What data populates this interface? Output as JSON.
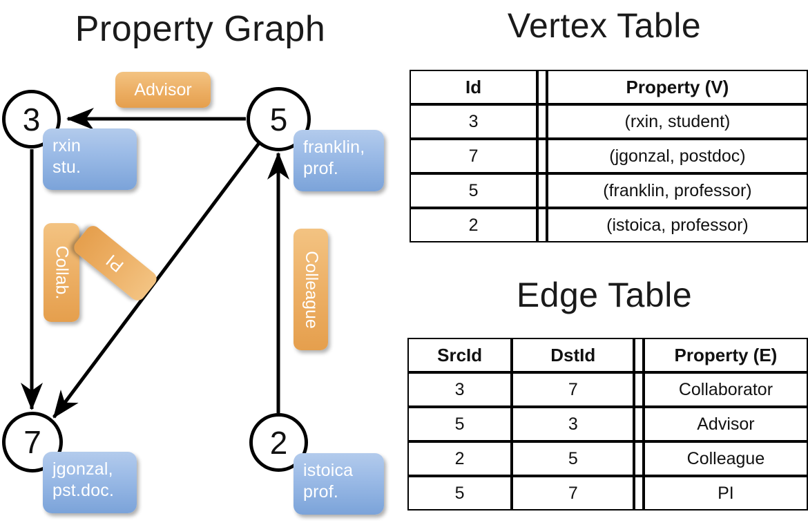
{
  "graph": {
    "title": "Property Graph",
    "nodes": [
      {
        "id": "3",
        "label_line1": "rxin",
        "label_line2": "stu."
      },
      {
        "id": "5",
        "label_line1": "franklin,",
        "label_line2": "prof."
      },
      {
        "id": "7",
        "label_line1": "jgonzal,",
        "label_line2": "pst.doc."
      },
      {
        "id": "2",
        "label_line1": "istoica",
        "label_line2": "prof."
      }
    ],
    "edge_labels": {
      "advisor": "Advisor",
      "collab": "Collab.",
      "pi": "PI",
      "colleague": "Colleague"
    },
    "colors": {
      "vertex_box": "#9dbce7",
      "edge_box": "#ecae63",
      "node_stroke": "#000000"
    }
  },
  "vertex_table": {
    "title": "Vertex Table",
    "headers": [
      "Id",
      "Property (V)"
    ],
    "rows": [
      {
        "id": "3",
        "property": "(rxin, student)"
      },
      {
        "id": "7",
        "property": "(jgonzal, postdoc)"
      },
      {
        "id": "5",
        "property": "(franklin, professor)"
      },
      {
        "id": "2",
        "property": "(istoica, professor)"
      }
    ],
    "property_cell_color": "#ccd9ee"
  },
  "edge_table": {
    "title": "Edge Table",
    "headers": [
      "SrcId",
      "DstId",
      "Property (E)"
    ],
    "rows": [
      {
        "src": "3",
        "dst": "7",
        "property": "Collaborator"
      },
      {
        "src": "5",
        "dst": "3",
        "property": "Advisor"
      },
      {
        "src": "2",
        "dst": "5",
        "property": "Colleague"
      },
      {
        "src": "5",
        "dst": "7",
        "property": "PI"
      }
    ],
    "property_cell_color": "#f8ddc2"
  }
}
